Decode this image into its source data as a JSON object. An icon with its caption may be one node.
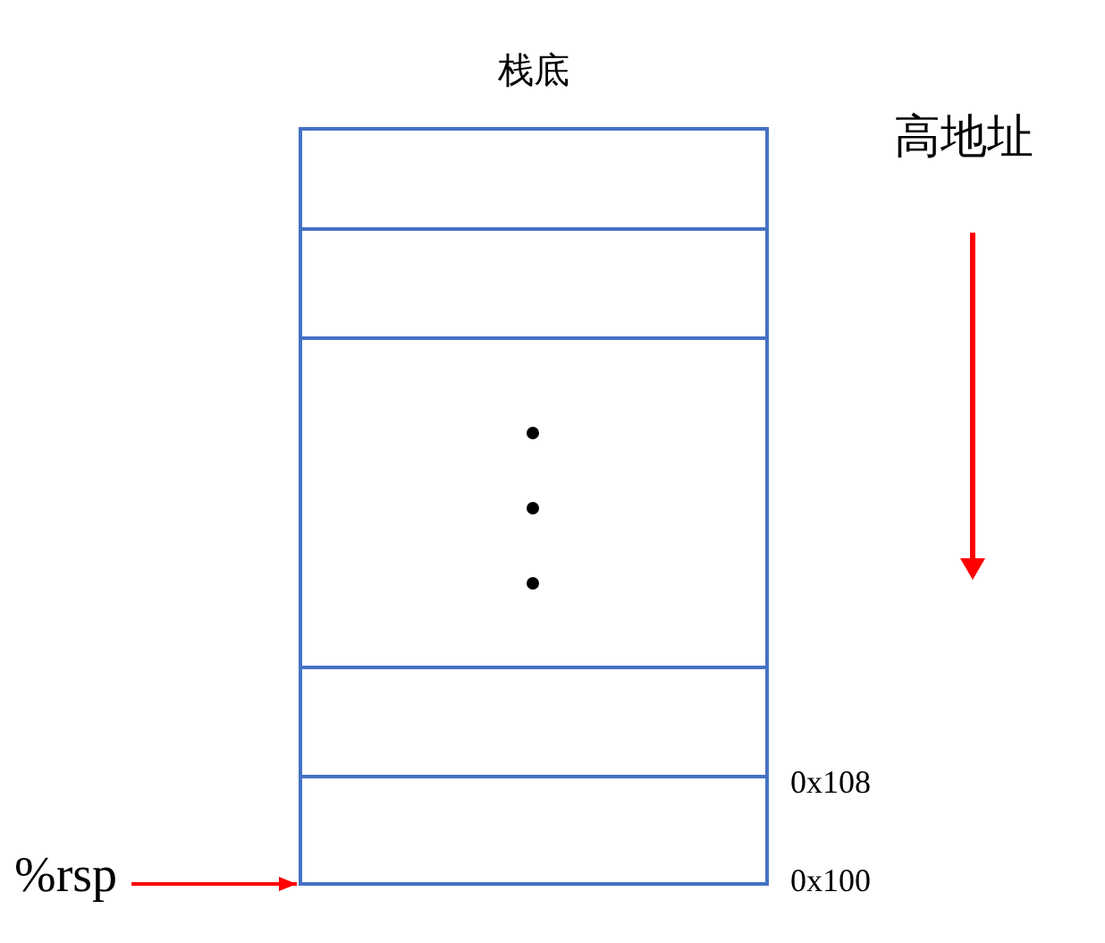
{
  "diagram": {
    "nodes": [
      {
        "text": [
          "栈底"
        ]
      },
      {
        "text": [],
        "shape": "box",
        "in": 0
      },
      {
        "text": [],
        "shape": "box",
        "in": 0
      },
      {
        "text": [],
        "shape": "box",
        "in": 0
      },
      {
        "text": [],
        "shape": "box",
        "in": 0
      },
      {
        "text": [],
        "shape": "box",
        "in": 0
      },
      {
        "text": [
          "%rsp"
        ]
      }
    ],
    "edges": [
      {
        "from": 6,
        "to": 5,
        "arrow": "to",
        "color": "#ff0000"
      }
    ],
    "labels": [
      "高地址",
      "0x108",
      "0x100"
    ]
  }
}
